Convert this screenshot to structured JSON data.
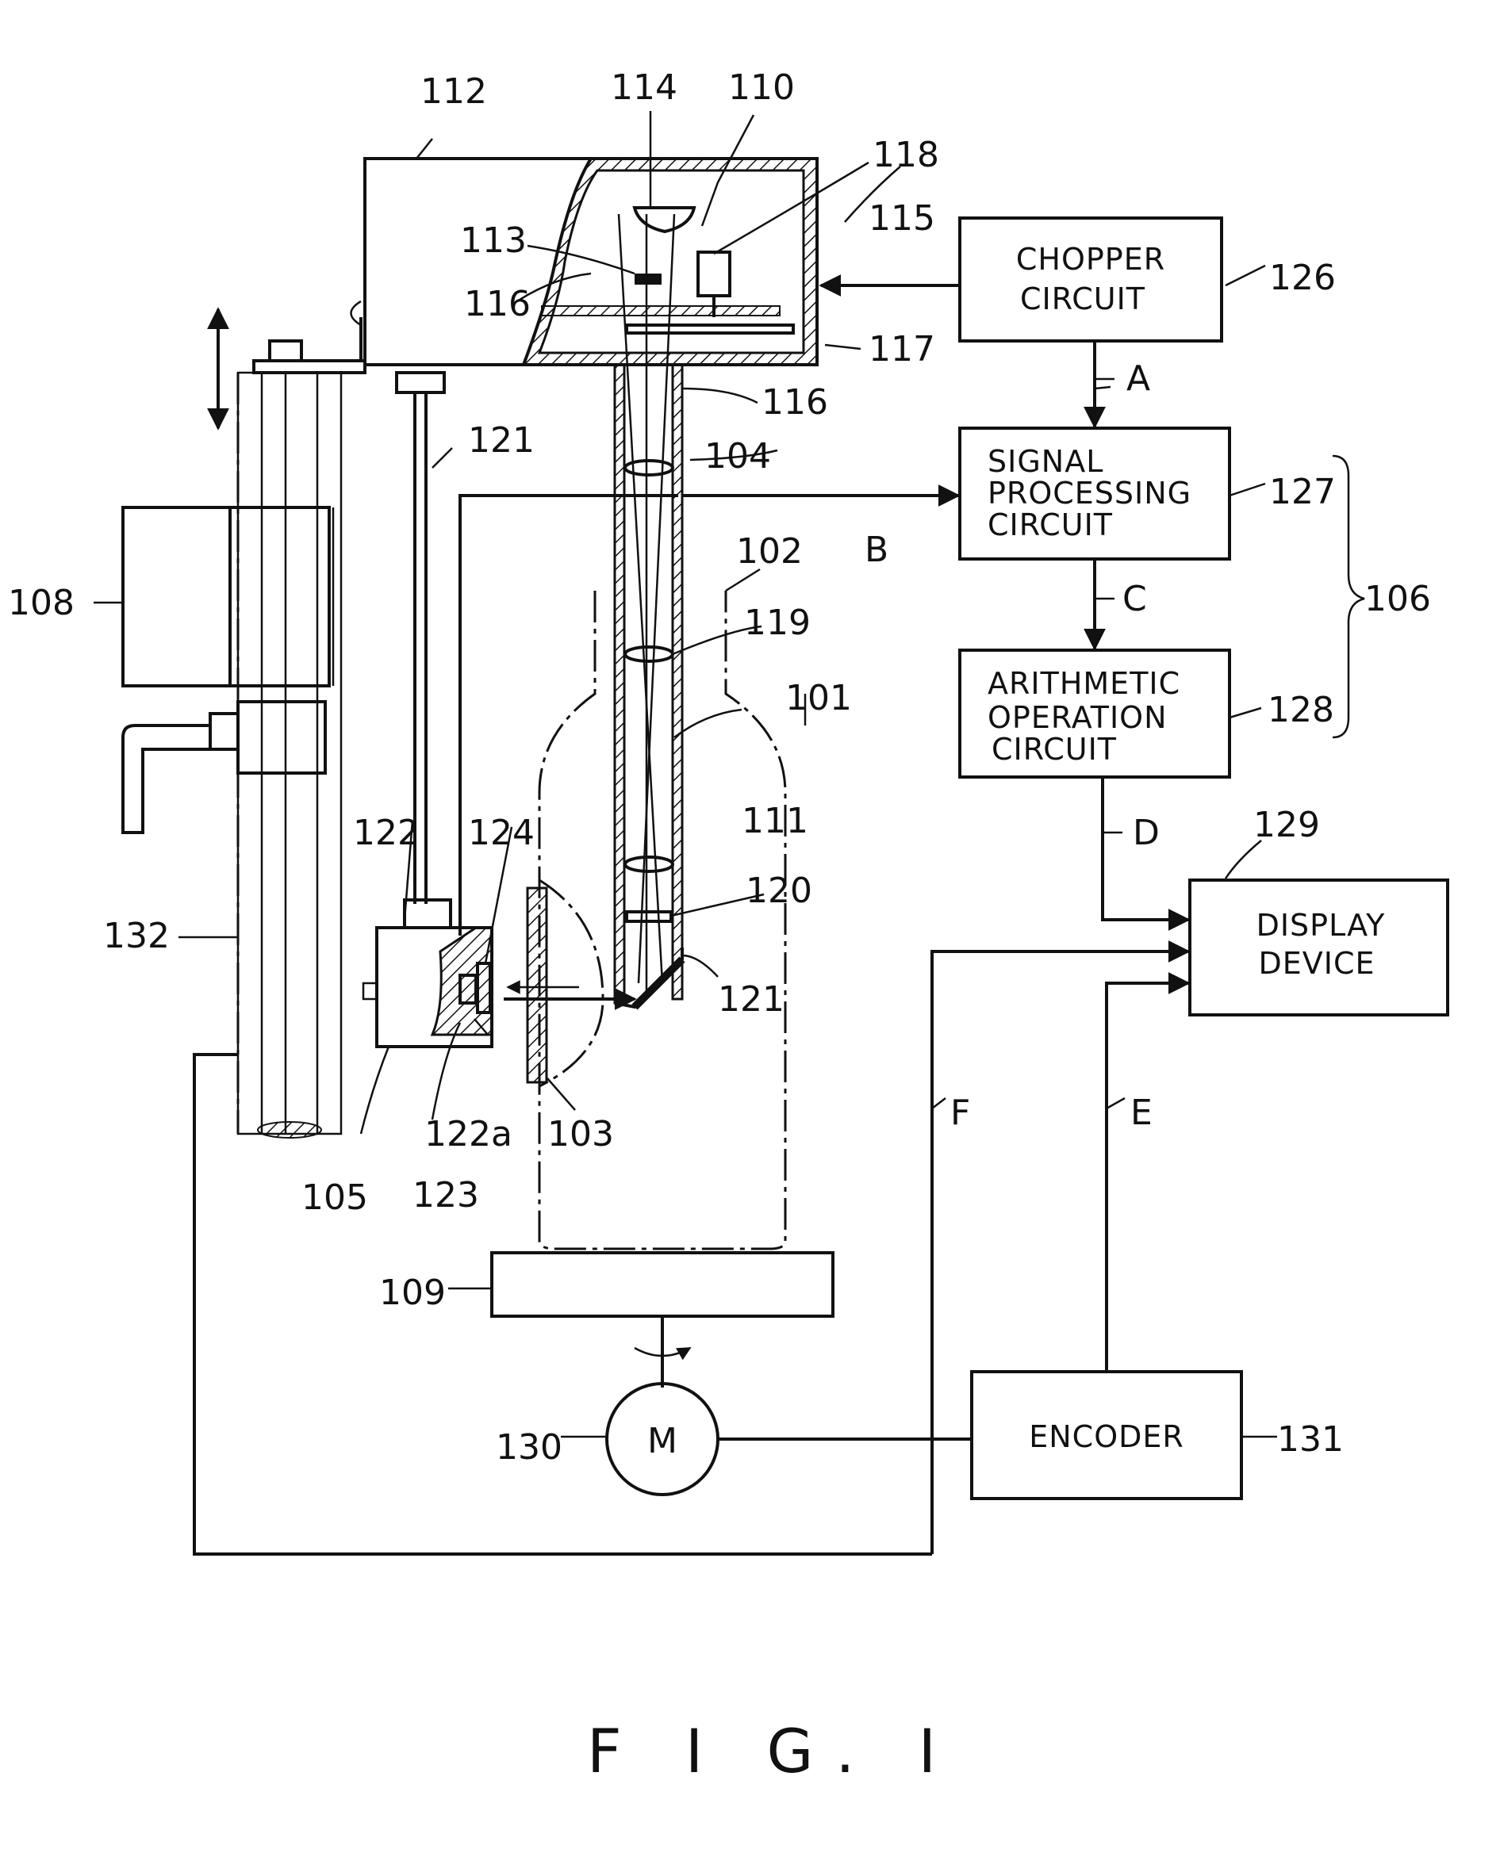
{
  "figure": {
    "caption": "F I G. I",
    "blocks": {
      "chopper": [
        "CHOPPER",
        "CIRCUIT"
      ],
      "signal": [
        "SIGNAL",
        "PROCESSING",
        "CIRCUIT"
      ],
      "arith": [
        "ARITHMETIC",
        "OPERATION",
        "CIRCUIT"
      ],
      "display": [
        "DISPLAY",
        "DEVICE"
      ],
      "encoder": "ENCODER",
      "motor": "M"
    },
    "signals": {
      "a": "A",
      "b": "B",
      "c": "C",
      "d": "D",
      "e": "E",
      "f": "F"
    },
    "refs": {
      "r101": "101",
      "r102": "102",
      "r103": "103",
      "r104": "104",
      "r105": "105",
      "r106": "106",
      "r108": "108",
      "r109": "109",
      "r110": "110",
      "r111": "111",
      "r112": "112",
      "r113": "113",
      "r114": "114",
      "r115": "115",
      "r116a": "116",
      "r116b": "116",
      "r117": "117",
      "r118": "118",
      "r119": "119",
      "r120": "120",
      "r121a": "121",
      "r121b": "121",
      "r122": "122",
      "r122a": "122a",
      "r123": "123",
      "r124": "124",
      "r126": "126",
      "r127": "127",
      "r128": "128",
      "r129": "129",
      "r130": "130",
      "r131": "131",
      "r132": "132"
    }
  }
}
